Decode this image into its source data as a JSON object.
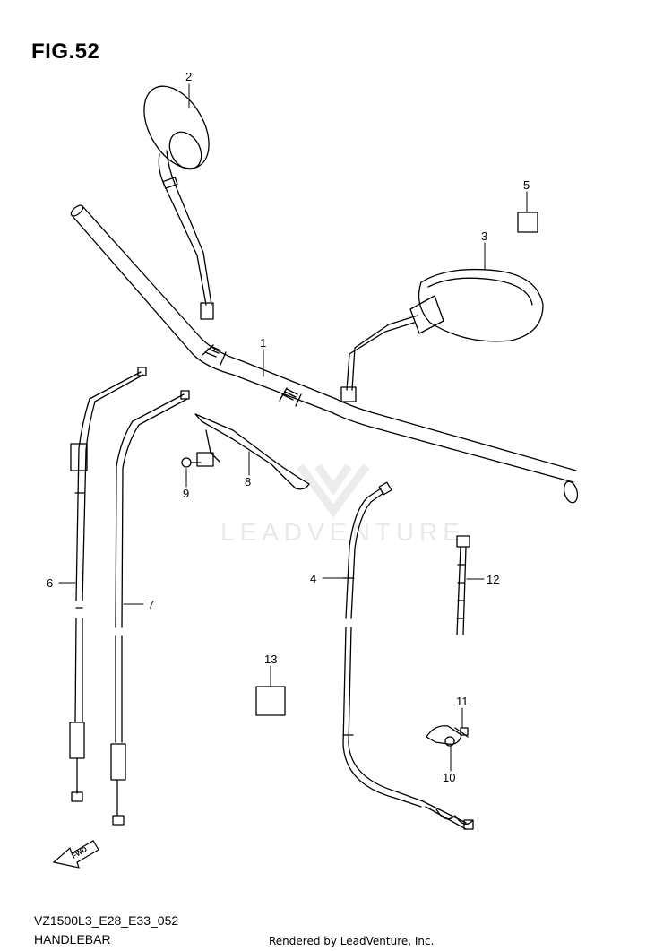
{
  "figure": {
    "title": "FIG.52",
    "model_code": "VZ1500L3_E28_E33_052",
    "caption": "HANDLEBAR"
  },
  "watermark": {
    "text": "LEADVENTURE"
  },
  "footer": {
    "credit": "Rendered by LeadVenture, Inc."
  },
  "fwd_arrow": {
    "label": "FWD"
  },
  "callouts": {
    "c1": "1",
    "c2": "2",
    "c3": "3",
    "c4": "4",
    "c5": "5",
    "c6": "6",
    "c7": "7",
    "c8": "8",
    "c9": "9",
    "c10": "10",
    "c11": "11",
    "c12": "12",
    "c13": "13"
  },
  "colors": {
    "line": "#000000",
    "watermark": "#e9e9e9",
    "background": "#ffffff"
  }
}
